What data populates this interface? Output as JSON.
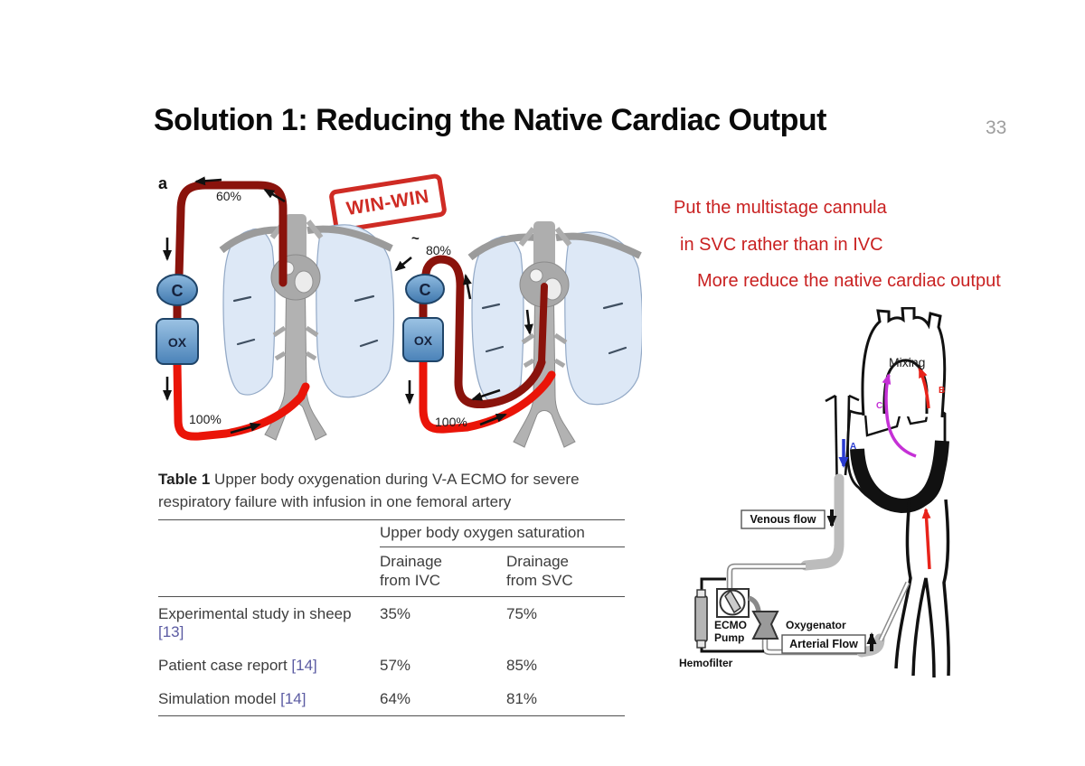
{
  "slide": {
    "title": "Solution 1: Reducing the Native Cardiac Output",
    "page_number": "33",
    "notes": {
      "line1": "Put the multistage cannula",
      "line2": "in SVC rather than in IVC",
      "line3": "More reduce the native cardiac output"
    },
    "stamp_label": "WIN-WIN"
  },
  "figure_left": {
    "panel_a_label": "a",
    "panel_b_mark": "~",
    "pump_label": "C",
    "oxygenator_label": "OX",
    "pct_drain_a": "60%",
    "pct_return_a": "100%",
    "pct_drain_b": "80%",
    "pct_return_b": "100%"
  },
  "table": {
    "caption_bold": "Table 1",
    "caption_rest": " Upper body oxygenation during V-A ECMO for severe respiratory failure with infusion in one femoral artery",
    "group_header": "Upper body oxygen saturation",
    "col_ivc_line1": "Drainage",
    "col_ivc_line2": "from IVC",
    "col_svc_line1": "Drainage",
    "col_svc_line2": "from SVC",
    "rows": [
      {
        "label": "Experimental study in sheep ",
        "ref": "[13]",
        "ivc": "35%",
        "svc": "75%"
      },
      {
        "label": "Patient case report ",
        "ref": "[14]",
        "ivc": "57%",
        "svc": "85%"
      },
      {
        "label": "Simulation model ",
        "ref": "[14]",
        "ivc": "64%",
        "svc": "81%"
      }
    ]
  },
  "figure_right": {
    "mixing_label": "Mixing",
    "arrow_a_label": "A",
    "arrow_b_label": "B",
    "arrow_c_label": "C",
    "venous_flow_label": "Venous flow",
    "arterial_flow_label": "Arterial Flow",
    "ecmo_pump_line1": "ECMO",
    "ecmo_pump_line2": "Pump",
    "oxygenator_label": "Oxygenator",
    "hemofilter_label": "Hemofilter"
  },
  "colors": {
    "note_red": "#c92121",
    "stamp_red": "#cf2b24",
    "venous_tube_dark_red": "#8a130c",
    "arterial_tube_red": "#ea1408",
    "reference_blue": "#5b5ba2",
    "lung_blue": "#dde8f6",
    "pump_blue": "#5f94c8",
    "page_number_gray": "#9e9e9e",
    "arrow_blue": "#2a3bd0",
    "arrow_magenta": "#c531d6",
    "arrow_red": "#e8231a"
  }
}
